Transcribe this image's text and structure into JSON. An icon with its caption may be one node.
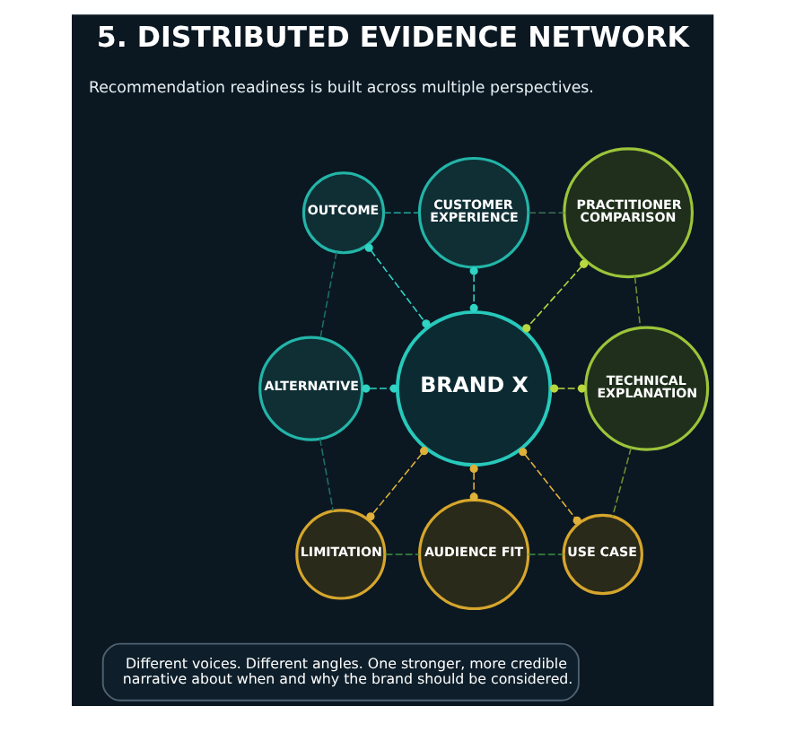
{
  "diagram": {
    "title": "5. DISTRIBUTED EVIDENCE NETWORK",
    "nodes": [
      {
        "text": [
          "CUSTOMER EXPERIENCE"
        ]
      },
      {
        "text": [
          "PRACTITIONER COMPARISON"
        ]
      },
      {
        "text": [
          "OUTCOME"
        ]
      },
      {
        "text": [
          "TECHNICAL EXPLANATION"
        ]
      },
      {
        "text": [
          "BRAND X"
        ]
      },
      {
        "text": [
          "ALTERNATIVE"
        ]
      },
      {
        "text": [
          "USE CASE"
        ]
      },
      {
        "text": [
          "LIMITATION"
        ]
      },
      {
        "text": [
          "AUDIENCE FIT"
        ]
      },
      {
        "text": [
          "Different voices. Different angles. One stronger, more credible narrative about when and why the brand should be considered."
        ]
      }
    ],
    "edges": [
      {
        "from": 0,
        "to": 4,
        "arrow": "other",
        "style": "dashed",
        "color": "#2fd4c4"
      },
      {
        "from": 1,
        "to": 4,
        "arrow": "other",
        "style": "dashed",
        "color": "#b9d83f"
      },
      {
        "from": 4,
        "to": 3,
        "arrow": "other",
        "style": "dashed",
        "color": "#b9d83f"
      },
      {
        "from": 4,
        "to": 6,
        "arrow": "other",
        "style": "dashed",
        "color": "#e0b13a"
      },
      {
        "from": 4,
        "to": 8,
        "arrow": "other",
        "style": "dashed",
        "color": "#e0b13a"
      },
      {
        "from": 4,
        "to": 7,
        "arrow": "other",
        "style": "dashed",
        "color": "#e0b13a"
      },
      {
        "from": 5,
        "to": 4,
        "arrow": "other",
        "style": "dashed",
        "color": "#2fd4c4"
      },
      {
        "from": 2,
        "to": 4,
        "arrow": "other",
        "style": "dashed",
        "color": "#2fd4c4"
      },
      {
        "from": 0,
        "to": 1,
        "arrow": "none",
        "style": "dashed",
        "color": "#3f6f55"
      },
      {
        "from": 1,
        "to": 3,
        "arrow": "none",
        "style": "dashed",
        "color": "#6e8f2e"
      },
      {
        "from": 3,
        "to": 6,
        "arrow": "none",
        "style": "dashed",
        "color": "#6e8f2e"
      },
      {
        "from": 8,
        "to": 6,
        "arrow": "none",
        "style": "dashed",
        "color": "#3f8f3f"
      },
      {
        "from": 7,
        "to": 8,
        "arrow": "none",
        "style": "dashed",
        "color": "#3f8f3f"
      },
      {
        "from": 5,
        "to": 7,
        "arrow": "none",
        "style": "dashed",
        "color": "#1f6f66"
      },
      {
        "from": 2,
        "to": 5,
        "arrow": "none",
        "style": "dashed",
        "color": "#1f6f66"
      },
      {
        "from": 2,
        "to": 0,
        "arrow": "none",
        "style": "dashed",
        "color": "#1fa89e"
      }
    ],
    "labels": [
      "Recommendation readiness is built across multiple perspectives."
    ]
  }
}
